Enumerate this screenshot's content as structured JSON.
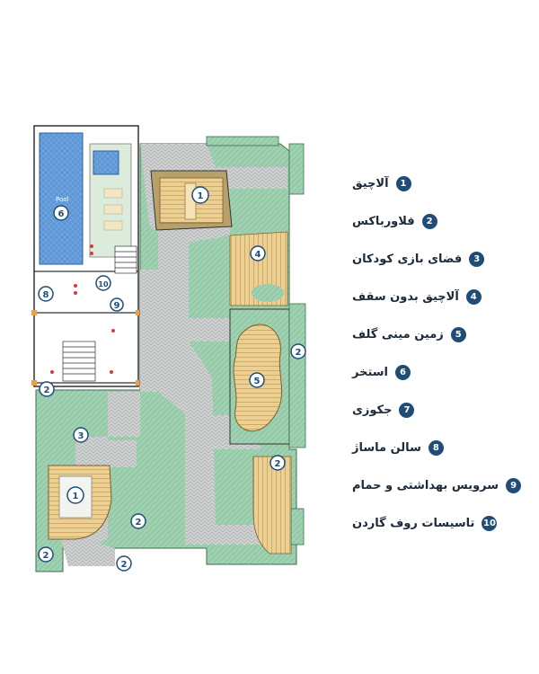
{
  "plan": {
    "pool_label": "Pool",
    "markers": [
      "1",
      "1",
      "2",
      "2",
      "2",
      "2",
      "2",
      "2",
      "3",
      "4",
      "5",
      "6",
      "8",
      "9",
      "10"
    ]
  },
  "legend": [
    {
      "num": "1",
      "label": "آلاچیق"
    },
    {
      "num": "2",
      "label": "فلاورباکس"
    },
    {
      "num": "3",
      "label": "فضای بازی کودکان"
    },
    {
      "num": "4",
      "label": "آلاچیق بدون سقف"
    },
    {
      "num": "5",
      "label": "زمین مینی گلف"
    },
    {
      "num": "6",
      "label": "استخر"
    },
    {
      "num": "7",
      "label": "جکوزی"
    },
    {
      "num": "8",
      "label": "سالن ماساژ"
    },
    {
      "num": "9",
      "label": "سرویس بهداشتی و حمام"
    },
    {
      "num": "10",
      "label": "تاسیسات روف گاردن"
    }
  ],
  "colors": {
    "badge": "#1f4d78",
    "lawn": "#8ec9a4",
    "paving": "#c6c8c8",
    "deck": "#e8c98a",
    "pool": "#5b93d3"
  }
}
